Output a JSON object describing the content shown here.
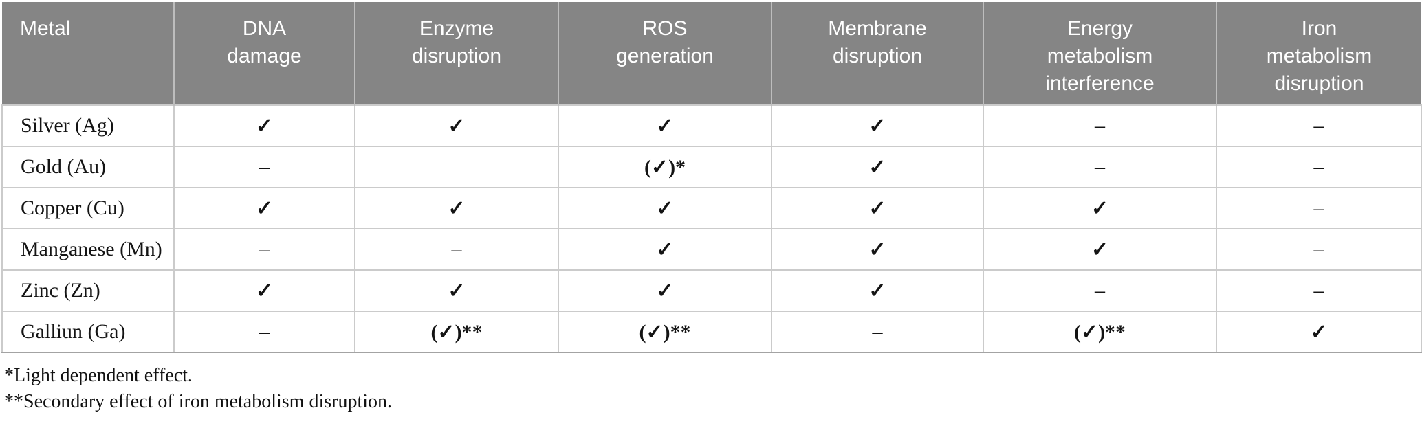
{
  "colors": {
    "header_bg": "#858585",
    "header_text": "#ffffff",
    "body_text": "#141414",
    "grid_line": "#cbcbcb",
    "table_bottom_border": "#a3a3a3"
  },
  "table": {
    "columns": [
      {
        "id": "metal",
        "label": "Metal"
      },
      {
        "id": "dna-damage",
        "label": "DNA\ndamage"
      },
      {
        "id": "enzyme-disruption",
        "label": "Enzyme\ndisruption"
      },
      {
        "id": "ros-generation",
        "label": "ROS\ngeneration"
      },
      {
        "id": "membrane-disruption",
        "label": "Membrane\ndisruption"
      },
      {
        "id": "energy-metabolism-interference",
        "label": "Energy\nmetabolism\ninterference"
      },
      {
        "id": "iron-metabolism-disruption",
        "label": "Iron\nmetabolism\ndisruption"
      }
    ],
    "rows": [
      {
        "cells": [
          "Silver (Ag)",
          "✓",
          "✓",
          "✓",
          "✓",
          "–",
          "–"
        ]
      },
      {
        "cells": [
          "Gold (Au)",
          "–",
          "",
          "(✓)*",
          "✓",
          "–",
          "–"
        ]
      },
      {
        "cells": [
          "Copper (Cu)",
          "✓",
          "✓",
          "✓",
          "✓",
          "✓",
          "–"
        ]
      },
      {
        "cells": [
          "Manganese (Mn)",
          "–",
          "–",
          "✓",
          "✓",
          "✓",
          "–"
        ]
      },
      {
        "cells": [
          "Zinc (Zn)",
          "✓",
          "✓",
          "✓",
          "✓",
          "–",
          "–"
        ]
      },
      {
        "cells": [
          "Galliun (Ga)",
          "–",
          "(✓)**",
          "(✓)**",
          "–",
          "(✓)**",
          "✓"
        ]
      }
    ]
  },
  "footnotes": [
    "*Light dependent effect.",
    "**Secondary effect of iron metabolism disruption."
  ]
}
